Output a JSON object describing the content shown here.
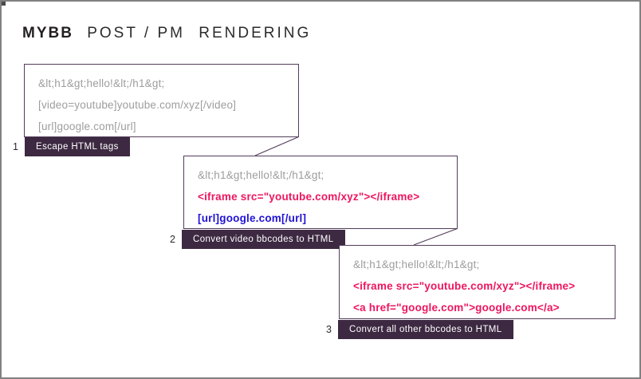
{
  "title": {
    "brand": "MYBB",
    "subject": "POST / PM",
    "subject2": "RENDERING"
  },
  "colors": {
    "accent_pink": "#ed1660",
    "accent_blue": "#2112d6",
    "muted_gray": "#9d9d9d",
    "badge_bg": "#3d2942",
    "box_border": "#523d5a",
    "frame_border": "#818181"
  },
  "steps": [
    {
      "number": "1",
      "label": "Escape HTML tags",
      "lines": [
        {
          "text": "&lt;h1&gt;hello!&lt;/h1&gt;",
          "style": "muted"
        },
        {
          "text": "[video=youtube]youtube.com/xyz[/video]",
          "style": "muted"
        },
        {
          "text": "[url]google.com[/url]",
          "style": "muted"
        }
      ]
    },
    {
      "number": "2",
      "label": "Convert video bbcodes to HTML",
      "lines": [
        {
          "text": "&lt;h1&gt;hello!&lt;/h1&gt;",
          "style": "muted"
        },
        {
          "text": "<iframe src=\"youtube.com/xyz\"></iframe>",
          "style": "pink"
        },
        {
          "text": "[url]google.com[/url]",
          "style": "blue"
        }
      ]
    },
    {
      "number": "3",
      "label": "Convert all other bbcodes to HTML",
      "lines": [
        {
          "text": "&lt;h1&gt;hello!&lt;/h1&gt;",
          "style": "muted"
        },
        {
          "text": "<iframe src=\"youtube.com/xyz\"></iframe>",
          "style": "pink"
        },
        {
          "text": "<a href=\"google.com\">google.com</a>",
          "style": "pink"
        }
      ]
    }
  ]
}
